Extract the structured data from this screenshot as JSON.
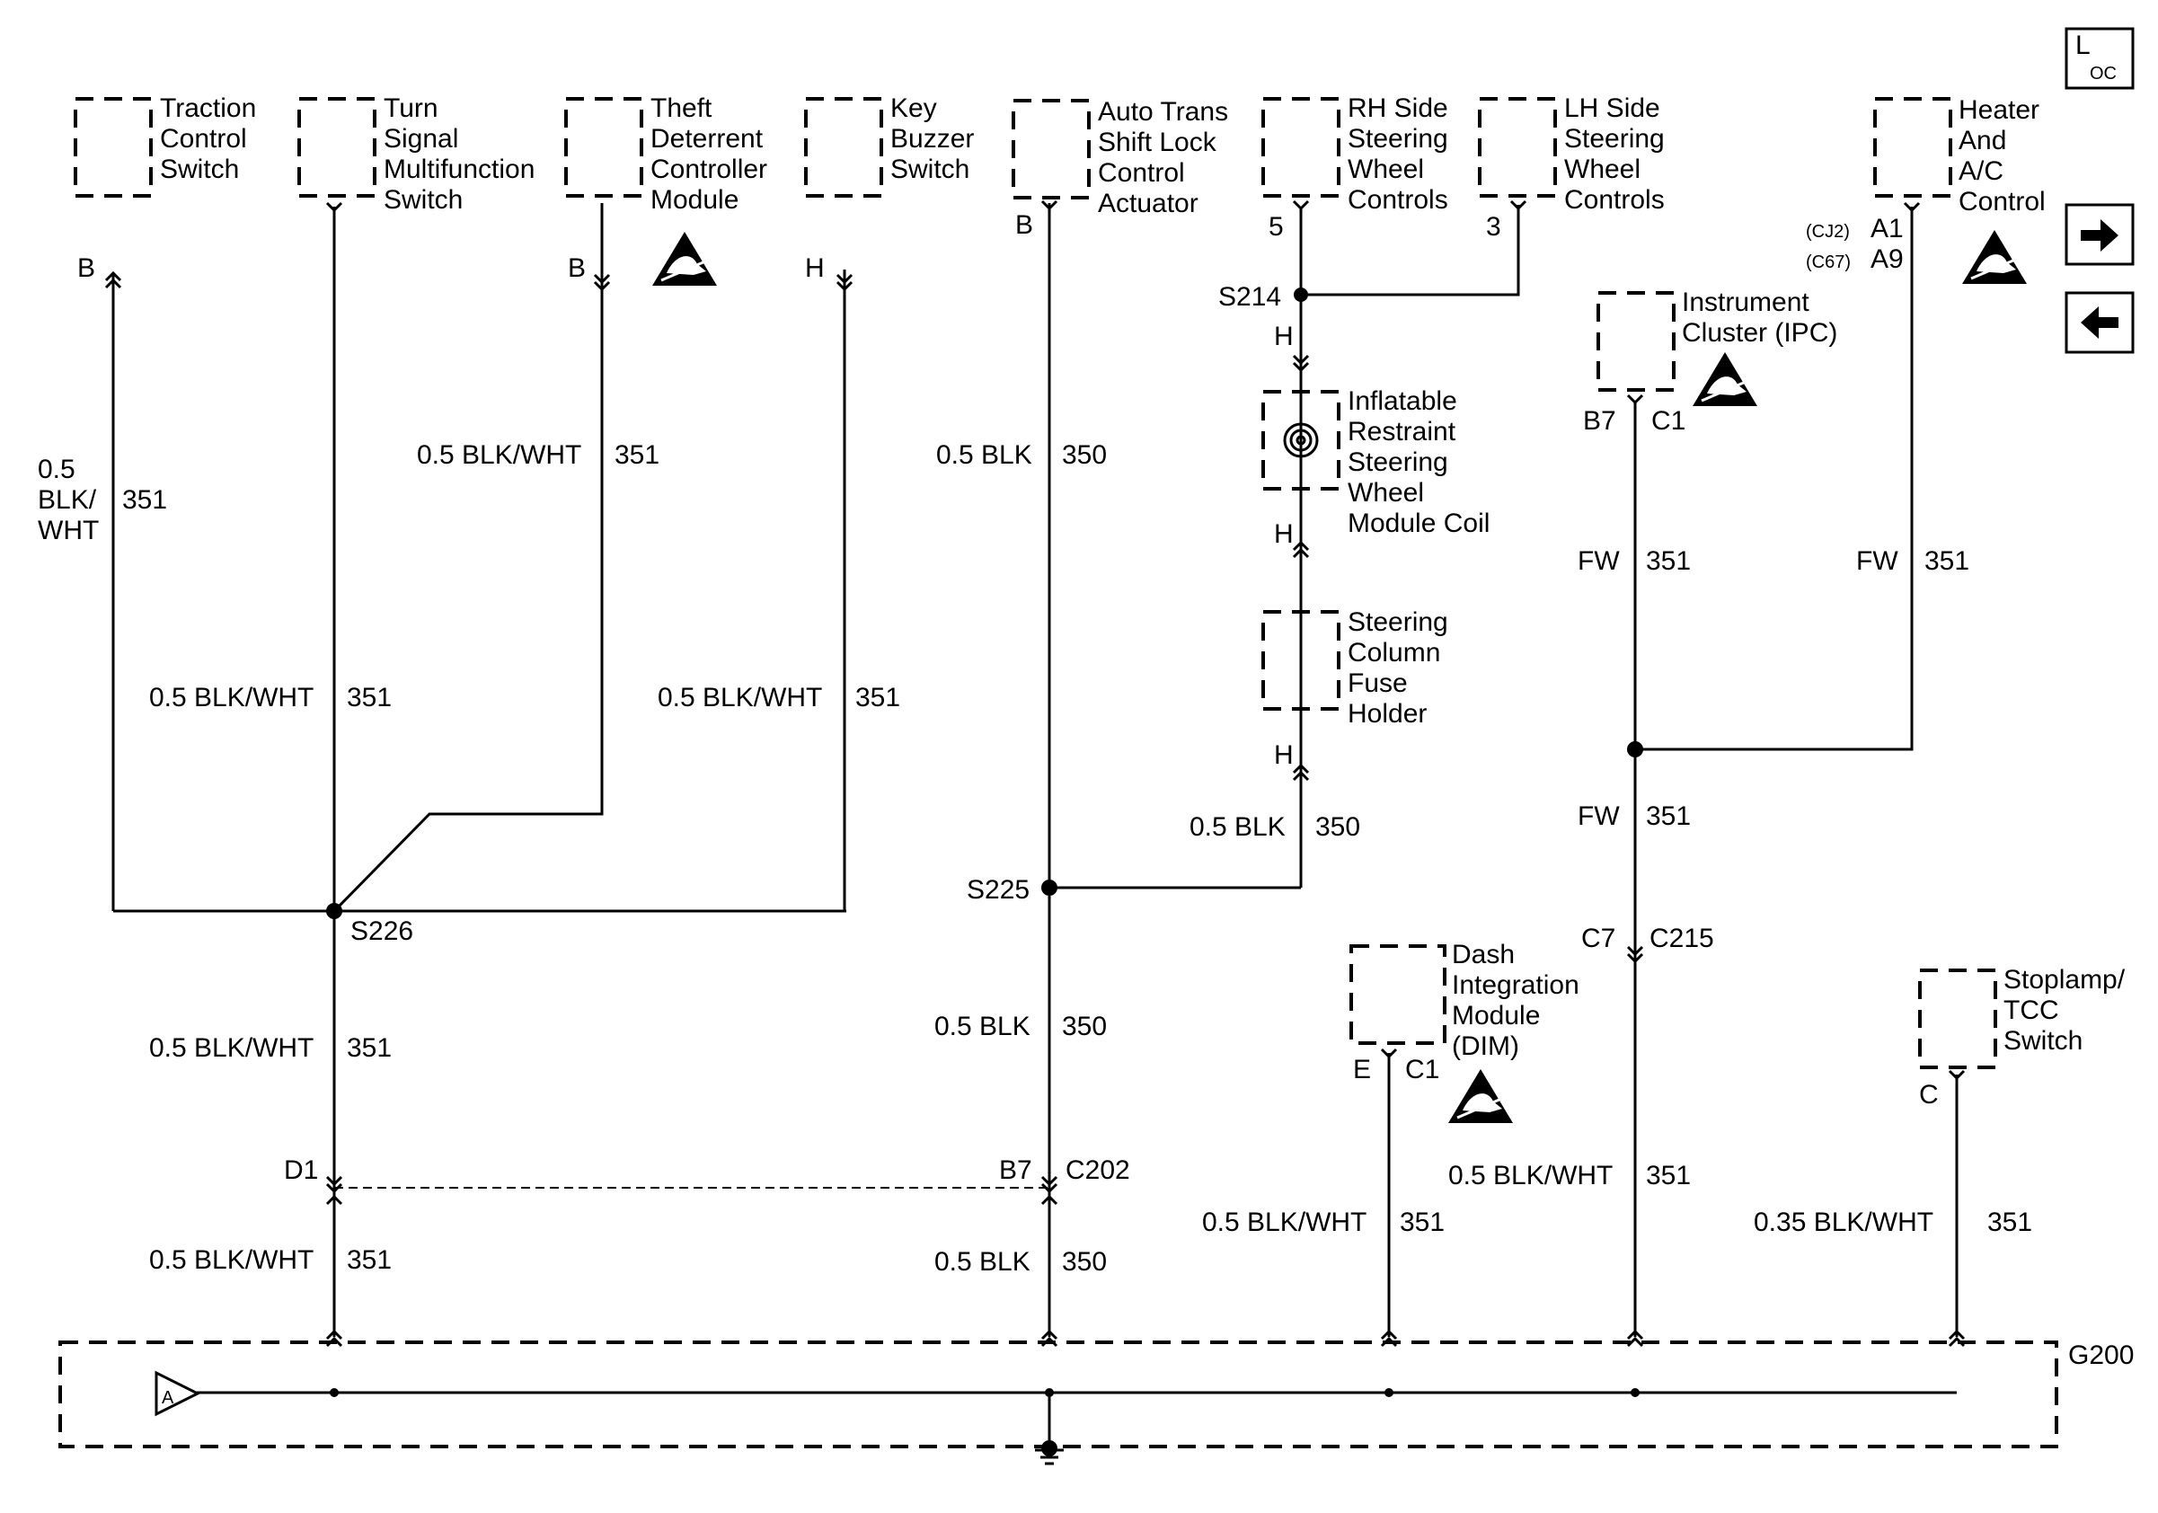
{
  "components": {
    "traction": [
      "Traction",
      "Control",
      "Switch"
    ],
    "turn_signal": [
      "Turn",
      "Signal",
      "Multifunction",
      "Switch"
    ],
    "theft": [
      "Theft",
      "Deterrent",
      "Controller",
      "Module"
    ],
    "key_buzzer": [
      "Key",
      "Buzzer",
      "Switch"
    ],
    "shift_lock": [
      "Auto Trans",
      "Shift Lock",
      "Control",
      "Actuator"
    ],
    "rh_wheel": [
      "RH Side",
      "Steering",
      "Wheel",
      "Controls"
    ],
    "lh_wheel": [
      "LH Side",
      "Steering",
      "Wheel",
      "Controls"
    ],
    "hvac": [
      "Heater",
      "And",
      "A/C",
      "Control"
    ],
    "ipc": [
      "Instrument",
      "Cluster (IPC)"
    ],
    "inflatable": [
      "Inflatable",
      "Restraint",
      "Steering",
      "Wheel",
      "Module Coil"
    ],
    "fuse_holder": [
      "Steering",
      "Column",
      "Fuse",
      "Holder"
    ],
    "dim": [
      "Dash",
      "Integration",
      "Module",
      "(DIM)"
    ],
    "stoplamp": [
      "Stoplamp/",
      "TCC",
      "Switch"
    ]
  },
  "pins": {
    "traction": "B",
    "theft": "B",
    "key_buzzer": "H",
    "shift_lock": "B",
    "rh_wheel": "5",
    "lh_wheel": "3",
    "hvac_cj2_tag": "(CJ2)",
    "hvac_cj2_pin": "A1",
    "hvac_c67_tag": "(C67)",
    "hvac_c67_pin": "A9",
    "ipc_pin": "B7",
    "ipc_conn": "C1",
    "coil_top": "H",
    "coil_bottom": "H",
    "fuse_bottom": "H",
    "dim_pin": "E",
    "dim_conn": "C1",
    "stoplamp": "C",
    "c215_pin": "C7",
    "c215": "C215",
    "c202_left": "D1",
    "c202_right": "B7",
    "c202": "C202"
  },
  "splices": {
    "s214": "S214",
    "s225": "S225",
    "s226": "S226"
  },
  "ground": "G200",
  "ground_ref": "A",
  "loc_label": "L",
  "loc_sub": "OC",
  "wires": {
    "traction_gauge": "0.5",
    "traction_color1": "BLK/",
    "traction_color2": "WHT",
    "circuit_351": "351",
    "circuit_350": "350",
    "blk_wht": "0.5 BLK/WHT",
    "blk": "0.5 BLK",
    "fw": "FW",
    "blk_wht_035": "0.35 BLK/WHT"
  }
}
